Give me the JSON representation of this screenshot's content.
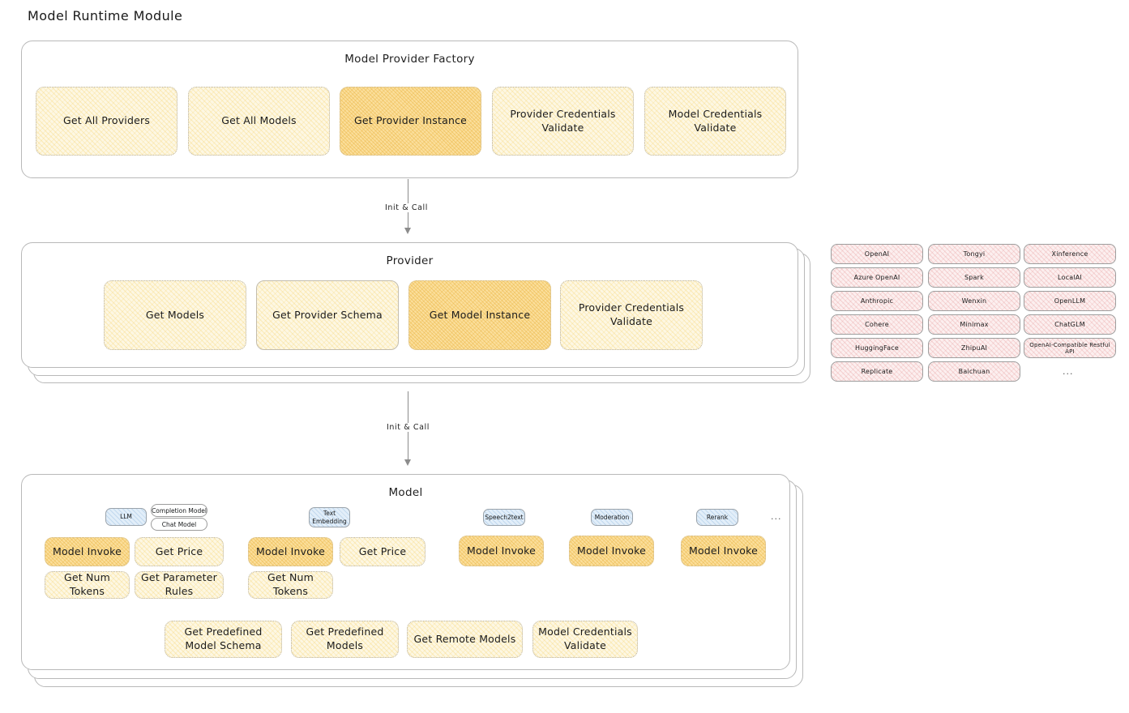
{
  "page": {
    "title": "Model Runtime Module"
  },
  "factory": {
    "title": "Model Provider Factory",
    "items": [
      {
        "label": "Get All Providers",
        "highlight": false
      },
      {
        "label": "Get All Models",
        "highlight": false
      },
      {
        "label": "Get Provider Instance",
        "highlight": true
      },
      {
        "label": "Provider Credentials Validate",
        "highlight": false
      },
      {
        "label": "Model Credentials Validate",
        "highlight": false
      }
    ]
  },
  "arrows": {
    "first_label": "Init & Call",
    "second_label": "Init & Call"
  },
  "provider": {
    "title": "Provider",
    "items": [
      {
        "label": "Get Models",
        "highlight": false
      },
      {
        "label": "Get Provider Schema",
        "highlight": false
      },
      {
        "label": "Get Model Instance",
        "highlight": true
      },
      {
        "label": "Provider Credentials Validate",
        "highlight": false
      }
    ]
  },
  "provider_list": {
    "columns": [
      [
        "OpenAI",
        "Azure OpenAI",
        "Anthropic",
        "Cohere",
        "HuggingFace",
        "Replicate"
      ],
      [
        "Tongyi",
        "Spark",
        "Wenxin",
        "Minimax",
        "ZhipuAI",
        "Baichuan"
      ],
      [
        "Xinference",
        "LocalAI",
        "OpenLLM",
        "ChatGLM",
        "OpenAI-Compatible Restful API"
      ]
    ],
    "more": "..."
  },
  "model": {
    "title": "Model",
    "more": "...",
    "types": [
      {
        "name": "LLM",
        "subtypes": [
          "Completion Model",
          "Chat Model"
        ]
      },
      {
        "name": "Text Embedding",
        "subtypes": []
      },
      {
        "name": "Speech2text",
        "subtypes": []
      },
      {
        "name": "Moderation",
        "subtypes": []
      },
      {
        "name": "Rerank",
        "subtypes": []
      }
    ],
    "ops": {
      "llm": [
        {
          "label": "Model Invoke",
          "highlight": true
        },
        {
          "label": "Get Price",
          "highlight": false
        },
        {
          "label": "Get Num Tokens",
          "highlight": false
        },
        {
          "label": "Get Parameter Rules",
          "highlight": false
        }
      ],
      "text_embedding": [
        {
          "label": "Model Invoke",
          "highlight": true
        },
        {
          "label": "Get Price",
          "highlight": false
        },
        {
          "label": "Get Num Tokens",
          "highlight": false
        }
      ],
      "speech2text": [
        {
          "label": "Model Invoke",
          "highlight": true
        }
      ],
      "moderation": [
        {
          "label": "Model Invoke",
          "highlight": true
        }
      ],
      "rerank": [
        {
          "label": "Model Invoke",
          "highlight": true
        }
      ]
    },
    "common_ops": [
      {
        "label": "Get Predefined Model Schema"
      },
      {
        "label": "Get Predefined Models"
      },
      {
        "label": "Get Remote Models"
      },
      {
        "label": "Model Credentials Validate"
      }
    ]
  },
  "colors": {
    "highlight_fill": "#fbdf9c",
    "light_fill": "#fdf7e3",
    "provider_pill_fill": "#fcefef",
    "badge_fill": "#e2eef9",
    "panel_border": "#b9b9b9"
  }
}
